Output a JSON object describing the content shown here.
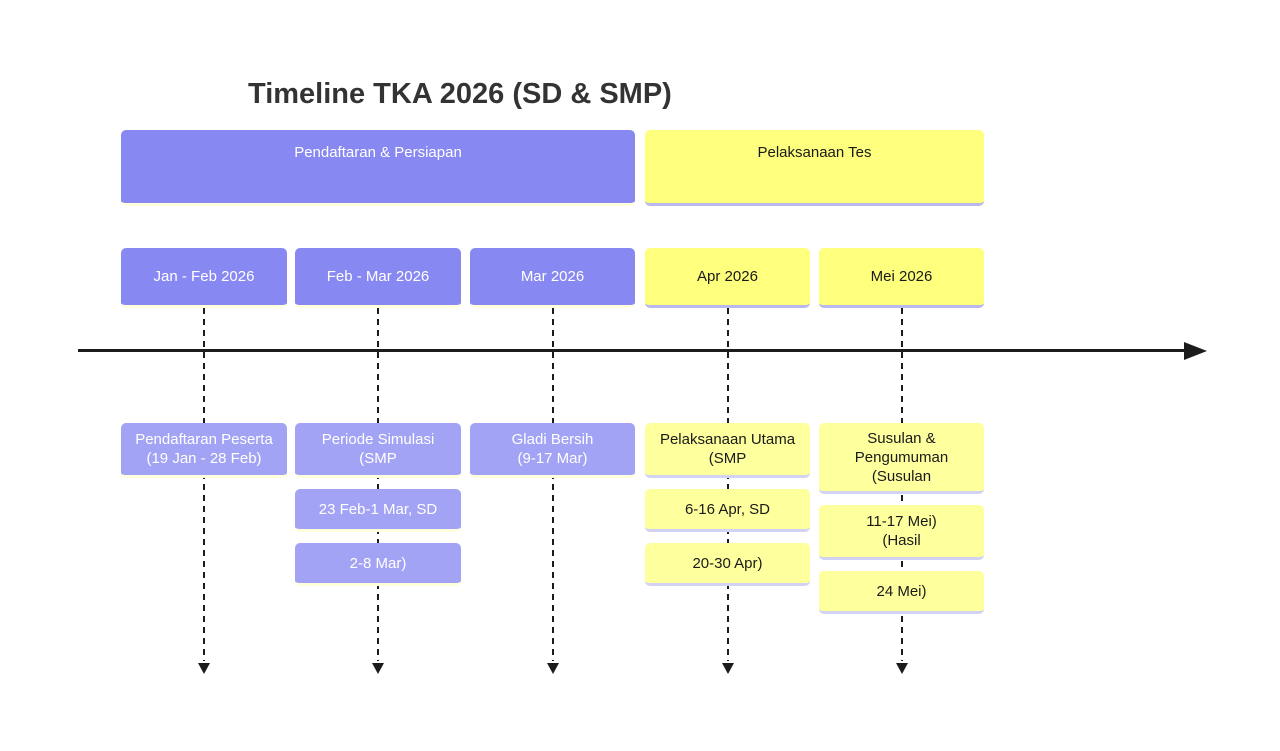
{
  "title": "Timeline TKA 2026 (SD & SMP)",
  "sections": [
    {
      "label": "Pendaftaran & Persiapan",
      "theme": "purple"
    },
    {
      "label": "Pelaksanaan Tes",
      "theme": "yellow"
    }
  ],
  "columns": [
    {
      "month": "Jan - Feb 2026",
      "theme": "purple",
      "events": [
        [
          "Pendaftaran Peserta",
          "(19 Jan - 28 Feb)"
        ]
      ]
    },
    {
      "month": "Feb - Mar 2026",
      "theme": "purple",
      "events": [
        [
          "Periode Simulasi",
          "(SMP"
        ],
        [
          "23 Feb-1 Mar, SD"
        ],
        [
          "2-8 Mar)"
        ]
      ]
    },
    {
      "month": "Mar 2026",
      "theme": "purple",
      "events": [
        [
          "Gladi Bersih",
          "(9-17 Mar)"
        ]
      ]
    },
    {
      "month": "Apr 2026",
      "theme": "yellow",
      "events": [
        [
          "Pelaksanaan Utama",
          "(SMP"
        ],
        [
          "6-16 Apr, SD"
        ],
        [
          "20-30 Apr)"
        ]
      ]
    },
    {
      "month": "Mei 2026",
      "theme": "yellow",
      "events": [
        [
          "Susulan &",
          "Pengumuman",
          "(Susulan"
        ],
        [
          "11-17 Mei)",
          "(Hasil"
        ],
        [
          "24 Mei)"
        ]
      ]
    }
  ],
  "colors": {
    "purple_section": "#8888f2",
    "purple_event": "#a3a3f5",
    "yellow_section": "#feff7d",
    "yellow_event": "#feff9d",
    "purple_underline": "#feffdb",
    "yellow_underline": "#b9b9ee",
    "yellow_event_underline": "#d2d2f2",
    "axis": "#1c1c1c",
    "title_color": "#333333"
  }
}
